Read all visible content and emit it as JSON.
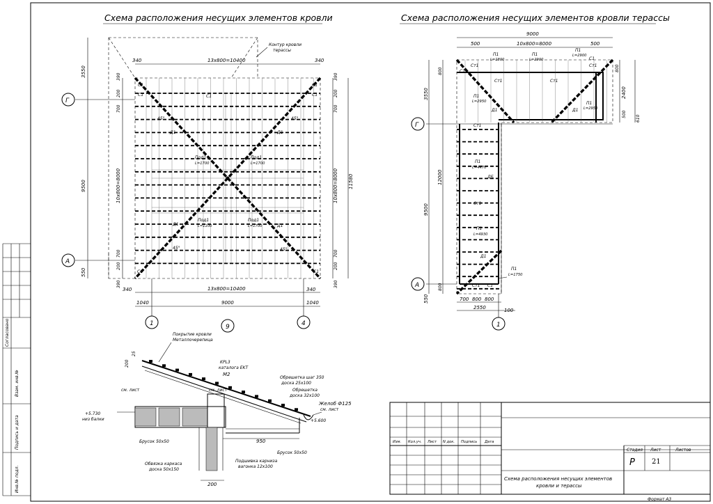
{
  "titles": {
    "left": "Схема расположения несущих элементов кровли",
    "right": "Схема расположения несущих элементов кровли терассы"
  },
  "left_plan": {
    "dims_top": {
      "d340a": "340",
      "span": "13x800=10400",
      "d340b": "340"
    },
    "dims_bottom": {
      "d340a": "340",
      "span": "13x800=10400",
      "d340b": "340",
      "d1040a": "1040",
      "d9000": "9000",
      "d1040b": "1040"
    },
    "dims_left": {
      "d3550": "3550",
      "d9500": "9500",
      "d550": "550",
      "d390a": "390",
      "d700a": "700",
      "d200a": "200",
      "d10x800": "10x800=8000",
      "d700b": "700",
      "d200b": "200",
      "d390b": "390"
    },
    "dims_right": {
      "d390a": "390",
      "d700a": "700",
      "d200a": "200",
      "d10x800": "10x800=8000",
      "d11580": "11580",
      "d700b": "700",
      "d200b": "200",
      "d390b": "390"
    },
    "note_contour": "Контур кровли",
    "note_contour2": "терассы",
    "axes": {
      "g": "Г",
      "a": "А",
      "one": "1",
      "nine": "9",
      "four": "4"
    },
    "labels": {
      "c1": "С1",
      "d1": "Д1",
      "angle45": "45°",
      "podd": "Под1",
      "l1700": "L=1700",
      "l1100": "L=1100"
    }
  },
  "right_plan": {
    "dims_top": {
      "d9000": "9000",
      "d500a": "500",
      "span": "10x800=8000",
      "d500b": "500"
    },
    "dims_left": {
      "d800a": "800",
      "d3550": "3550",
      "d12000": "12000",
      "d9500": "9500",
      "d800b": "800",
      "d550": "550"
    },
    "dims_right": {
      "d800": "800",
      "d2400": "2400",
      "d500": "500",
      "d610": "610"
    },
    "dims_bottom": {
      "d700": "700",
      "d800a": "800",
      "d800b": "800",
      "d2550": "2550",
      "d100": "100"
    },
    "axes": {
      "g": "Г",
      "a": "А",
      "one": "1"
    },
    "labels": {
      "p1": "П1",
      "l1800": "L=1800",
      "l2900": "L=2900",
      "l2950": "L=2950",
      "l4470": "L=4470",
      "l4930": "L=4930",
      "l1750": "L=1750",
      "st1": "Ст1",
      "c1": "С1",
      "d1": "Д1",
      "db": "ДБ"
    }
  },
  "section": {
    "roof1": "Покрытие кровли",
    "roof2": "Металлочерепица",
    "kpl3": "KPL3",
    "ekt": "каталога EKT",
    "m2": "M2",
    "obr1": "Обрешетка шаг 350",
    "obr1b": "доска 25х100",
    "obr2": "Обрешетка",
    "obr2b": "доска 32х100",
    "gutter": "Желоб Ф125",
    "see_sheet": "см. лист",
    "see_sheet2": "см. лист",
    "see_sheet3": "см. лист",
    "level1": "+5.730",
    "level1b": "низ балки",
    "level2": "+5.600",
    "brus1": "Брусок 50х50",
    "brus2": "Брусок 50х50",
    "obv1": "Обвязка каркаса",
    "obv1b": "доска 50х150",
    "podsh1": "Подшивка карниза",
    "podsh1b": "вагонка 12х100",
    "d950": "950",
    "d200": "200",
    "d200v": "200",
    "d25": "25"
  },
  "stamp_side": {
    "agreed": "Согласовано",
    "inv_podl": "Инв.№ подл.",
    "podp_data": "Подпись и дата",
    "vzam": "Взам. инв.№"
  },
  "stamp": {
    "h_izm": "Изм.",
    "h_kol": "Кол.уч.",
    "h_list": "Лист",
    "h_ndok": "N док.",
    "h_podp": "Подпись",
    "h_data": "Дата",
    "h_stadia": "Стадия",
    "h_list2": "Лист",
    "h_listov": "Листов",
    "stadia": "Р",
    "list_no": "21",
    "listov": "",
    "desc1": "Схема расположения несущих элементов",
    "desc2": "кровли и терассы"
  },
  "format": "Формат А3"
}
